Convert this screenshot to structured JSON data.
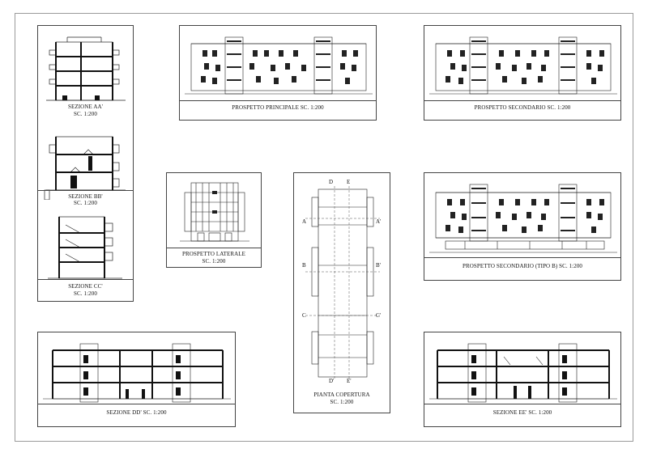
{
  "drawings": {
    "sez_aa": {
      "title": "SEZIONE AA'",
      "scale": "SC. 1:200"
    },
    "sez_bb": {
      "title": "SEZIONE BB'",
      "scale": "SC. 1:200"
    },
    "sez_cc": {
      "title": "SEZIONE CC'",
      "scale": "SC. 1:200"
    },
    "prosp_principale": {
      "title": "PROSPETTO PRINCIPALE  SC. 1:200"
    },
    "prosp_secondario": {
      "title": "PROSPETTO SECONDARIO  SC. 1:200"
    },
    "prosp_laterale": {
      "title": "PROSPETTO LATERALE",
      "scale": "SC. 1:200"
    },
    "pianta": {
      "title": "PIANTA COPERTURA",
      "scale": "SC. 1:200",
      "section_marks": {
        "d": "D",
        "e": "E",
        "d2": "D'",
        "e2": "E'",
        "a": "A",
        "a2": "A'",
        "b": "B",
        "b2": "B'",
        "c": "C",
        "c2": "C'"
      }
    },
    "prosp_secondario_b": {
      "title": "PROSPETTO SECONDARIO (TIPO B)  SC. 1:200"
    },
    "sez_dd": {
      "title": "SEZIONE DD'  SC. 1:200"
    },
    "sez_ee": {
      "title": "SEZIONE EE'  SC. 1:200"
    }
  }
}
